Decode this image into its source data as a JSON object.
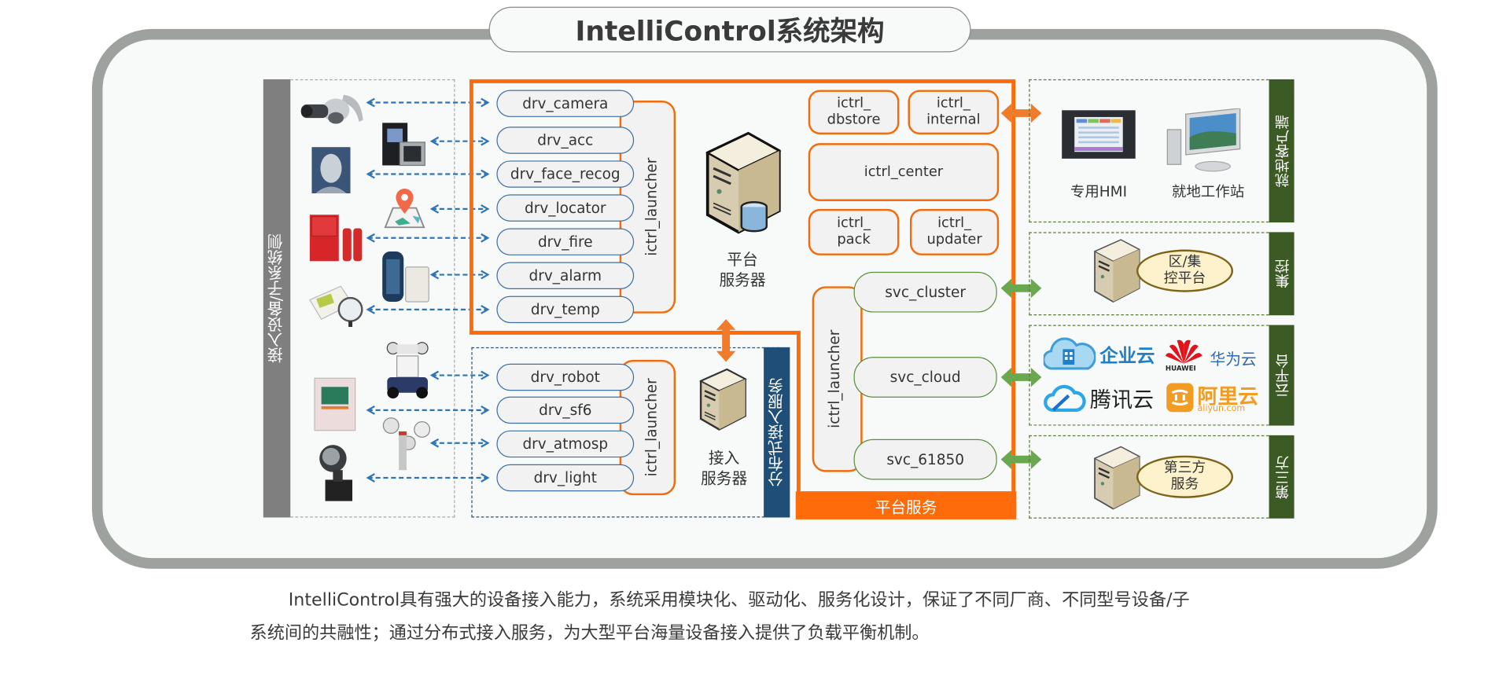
{
  "title": "IntelliControl系统架构",
  "colors": {
    "platform_orange": "#fd6b0b",
    "driver_blue": "#3d6fa3",
    "service_green": "#5a8f3e",
    "side_green": "#3c5a24",
    "distributed_navy": "#1f4e79",
    "device_gray": "#7f7f7f",
    "frame_gray": "#9ea29e"
  },
  "device_side": {
    "label": "接入设备/子系统侧",
    "devices": [
      {
        "icon": "ptz-camera-icon",
        "links_to": "drv_camera"
      },
      {
        "icon": "access-control-panel-icon",
        "links_to": "drv_acc"
      },
      {
        "icon": "face-recognition-icon",
        "links_to": "drv_face_recog"
      },
      {
        "icon": "map-location-pin-icon",
        "links_to": "drv_locator"
      },
      {
        "icon": "fire-extinguisher-cabinet-icon",
        "links_to": "drv_fire"
      },
      {
        "icon": "infrared-alarm-detector-icon",
        "links_to": "drv_alarm"
      },
      {
        "icon": "temperature-gauge-icon",
        "links_to": "drv_temp"
      },
      {
        "icon": "inspection-robot-icon",
        "links_to": "drv_robot"
      },
      {
        "icon": "sf6-monitor-panel-icon",
        "links_to": "drv_sf6"
      },
      {
        "icon": "anemometer-icon",
        "links_to": "drv_atmosp"
      },
      {
        "icon": "searchlight-icon",
        "links_to": "drv_light"
      }
    ]
  },
  "platform_server": {
    "drivers": [
      "drv_camera",
      "drv_acc",
      "drv_face_recog",
      "drv_locator",
      "drv_fire",
      "drv_alarm",
      "drv_temp"
    ],
    "launcher": "ictrl_launcher",
    "server_label_line1": "平台",
    "server_label_line2": "服务器",
    "modules": {
      "dbstore": [
        "ictrl_",
        "dbstore"
      ],
      "internal": [
        "ictrl_",
        "internal"
      ],
      "center": "ictrl_center",
      "pack": [
        "ictrl_",
        "pack"
      ],
      "updater": [
        "ictrl_",
        "updater"
      ]
    }
  },
  "platform_services": {
    "label": "平台服务",
    "launcher": "ictrl_launcher",
    "services": [
      "svc_cluster",
      "svc_cloud",
      "svc_61850"
    ]
  },
  "distributed_access": {
    "label": "分布式接入服务",
    "drivers": [
      "drv_robot",
      "drv_sf6",
      "drv_atmosp",
      "drv_light"
    ],
    "launcher": "ictrl_launcher",
    "server_label_line1": "接入",
    "server_label_line2": "服务器"
  },
  "right_side": {
    "local_client": {
      "label": "就地客户端",
      "items": [
        {
          "icon": "hmi-panel-icon",
          "label": "专用HMI"
        },
        {
          "icon": "workstation-monitor-icon",
          "label": "就地工作站"
        }
      ]
    },
    "central_control": {
      "label": "集控",
      "ellipse_line1": "区/集",
      "ellipse_line2": "控平台"
    },
    "cloud_platform": {
      "label": "云平台",
      "providers": [
        {
          "icon": "enterprise-cloud-icon",
          "name": "企业云"
        },
        {
          "icon": "huawei-logo-icon",
          "name": "华为云",
          "sub": "HUAWEI"
        },
        {
          "icon": "tencent-cloud-icon",
          "name": "腾讯云"
        },
        {
          "icon": "aliyun-logo-icon",
          "name": "阿里云",
          "sub": "aliyun.com"
        }
      ]
    },
    "third_party": {
      "label": "第三方",
      "ellipse_line1": "第三方",
      "ellipse_line2": "服务"
    }
  },
  "description": {
    "line1": "IntelliControl具有强大的设备接入能力，系统采用模块化、驱动化、服务化设计，保证了不同厂商、不同型号设备/子",
    "line2": "系统间的共融性；通过分布式接入服务，为大型平台海量设备接入提供了负载平衡机制。"
  }
}
